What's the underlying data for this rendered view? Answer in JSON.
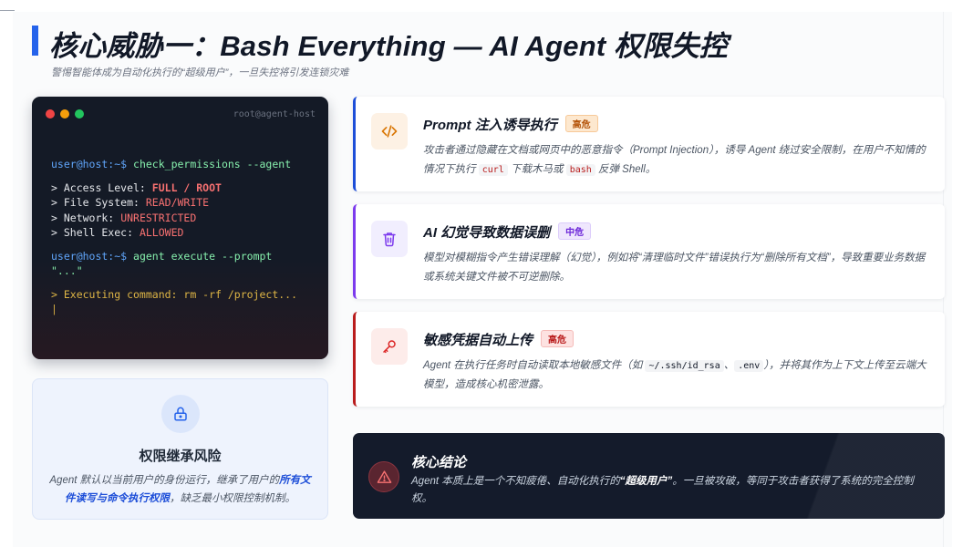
{
  "page": {
    "title": "核心威胁一：Bash Everything — AI Agent 权限失控",
    "subtitle": "警惕智能体成为自动化执行的“超级用户”，一旦失控将引发连锁灾难"
  },
  "terminal": {
    "host": "root@agent-host",
    "line1_prompt": "user@host:~$",
    "line1_cmd": "check_permissions --agent",
    "access_label": "> Access Level:",
    "access_value": "FULL / ROOT",
    "fs_label": "> File System:",
    "fs_value": "READ/WRITE",
    "net_label": "> Network:",
    "net_value": "UNRESTRICTED",
    "shell_label": "> Shell Exec:",
    "shell_value": "ALLOWED",
    "line2_prompt": "user@host:~$",
    "line2_cmd": "agent execute --prompt",
    "line2_cmd_cont": "\"...\"",
    "exec_line": "> Executing command: rm -rf /project...",
    "cursor": "|"
  },
  "inherit": {
    "title": "权限继承风险",
    "desc_pre": "Agent 默认以当前用户的身份运行，继承了用户的",
    "desc_strong": "所有文件读写与命令执行权限",
    "desc_post": "，缺乏最小权限控制机制。",
    "icon": "lock-icon"
  },
  "cards": [
    {
      "icon": "code-icon",
      "title": "Prompt 注入诱导执行",
      "badge": "高危",
      "desc_a": "攻击者通过隐藏在文档或网页中的恶意指令（Prompt Injection），诱导 Agent 绕过安全限制，在用户不知情的情况下执行 ",
      "code_a": "curl",
      "desc_b": " 下载木马或 ",
      "code_b": "bash",
      "desc_c": " 反弹 Shell。"
    },
    {
      "icon": "trash-icon",
      "title": "AI 幻觉导致数据误删",
      "badge": "中危",
      "desc_a": "模型对模糊指令产生错误理解（幻觉），例如将“清理临时文件”错误执行为“删除所有文档”，导致重要业务数据或系统关键文件被不可逆删除。"
    },
    {
      "icon": "key-icon",
      "title": "敏感凭据自动上传",
      "badge": "高危",
      "desc_a": "Agent 在执行任务时自动读取本地敏感文件（如 ",
      "code_a": "~/.ssh/id_rsa",
      "desc_b": "、",
      "code_b": ".env",
      "desc_c": "），并将其作为上下文上传至云端大模型，造成核心机密泄露。"
    }
  ],
  "conclusion": {
    "title": "核心结论",
    "text_pre": "Agent 本质上是一个不知疲倦、自动化执行的",
    "text_strong": "“超级用户”",
    "text_post": "。一旦被攻破，等同于攻击者获得了系统的完全控制权。",
    "icon": "warning-icon"
  },
  "colors": {
    "accent": "#2563eb",
    "terminal_bg": "#141a26",
    "danger": "#b91c1c",
    "medium": "#7c3aed",
    "conclusion_bg": "#141b2b"
  }
}
